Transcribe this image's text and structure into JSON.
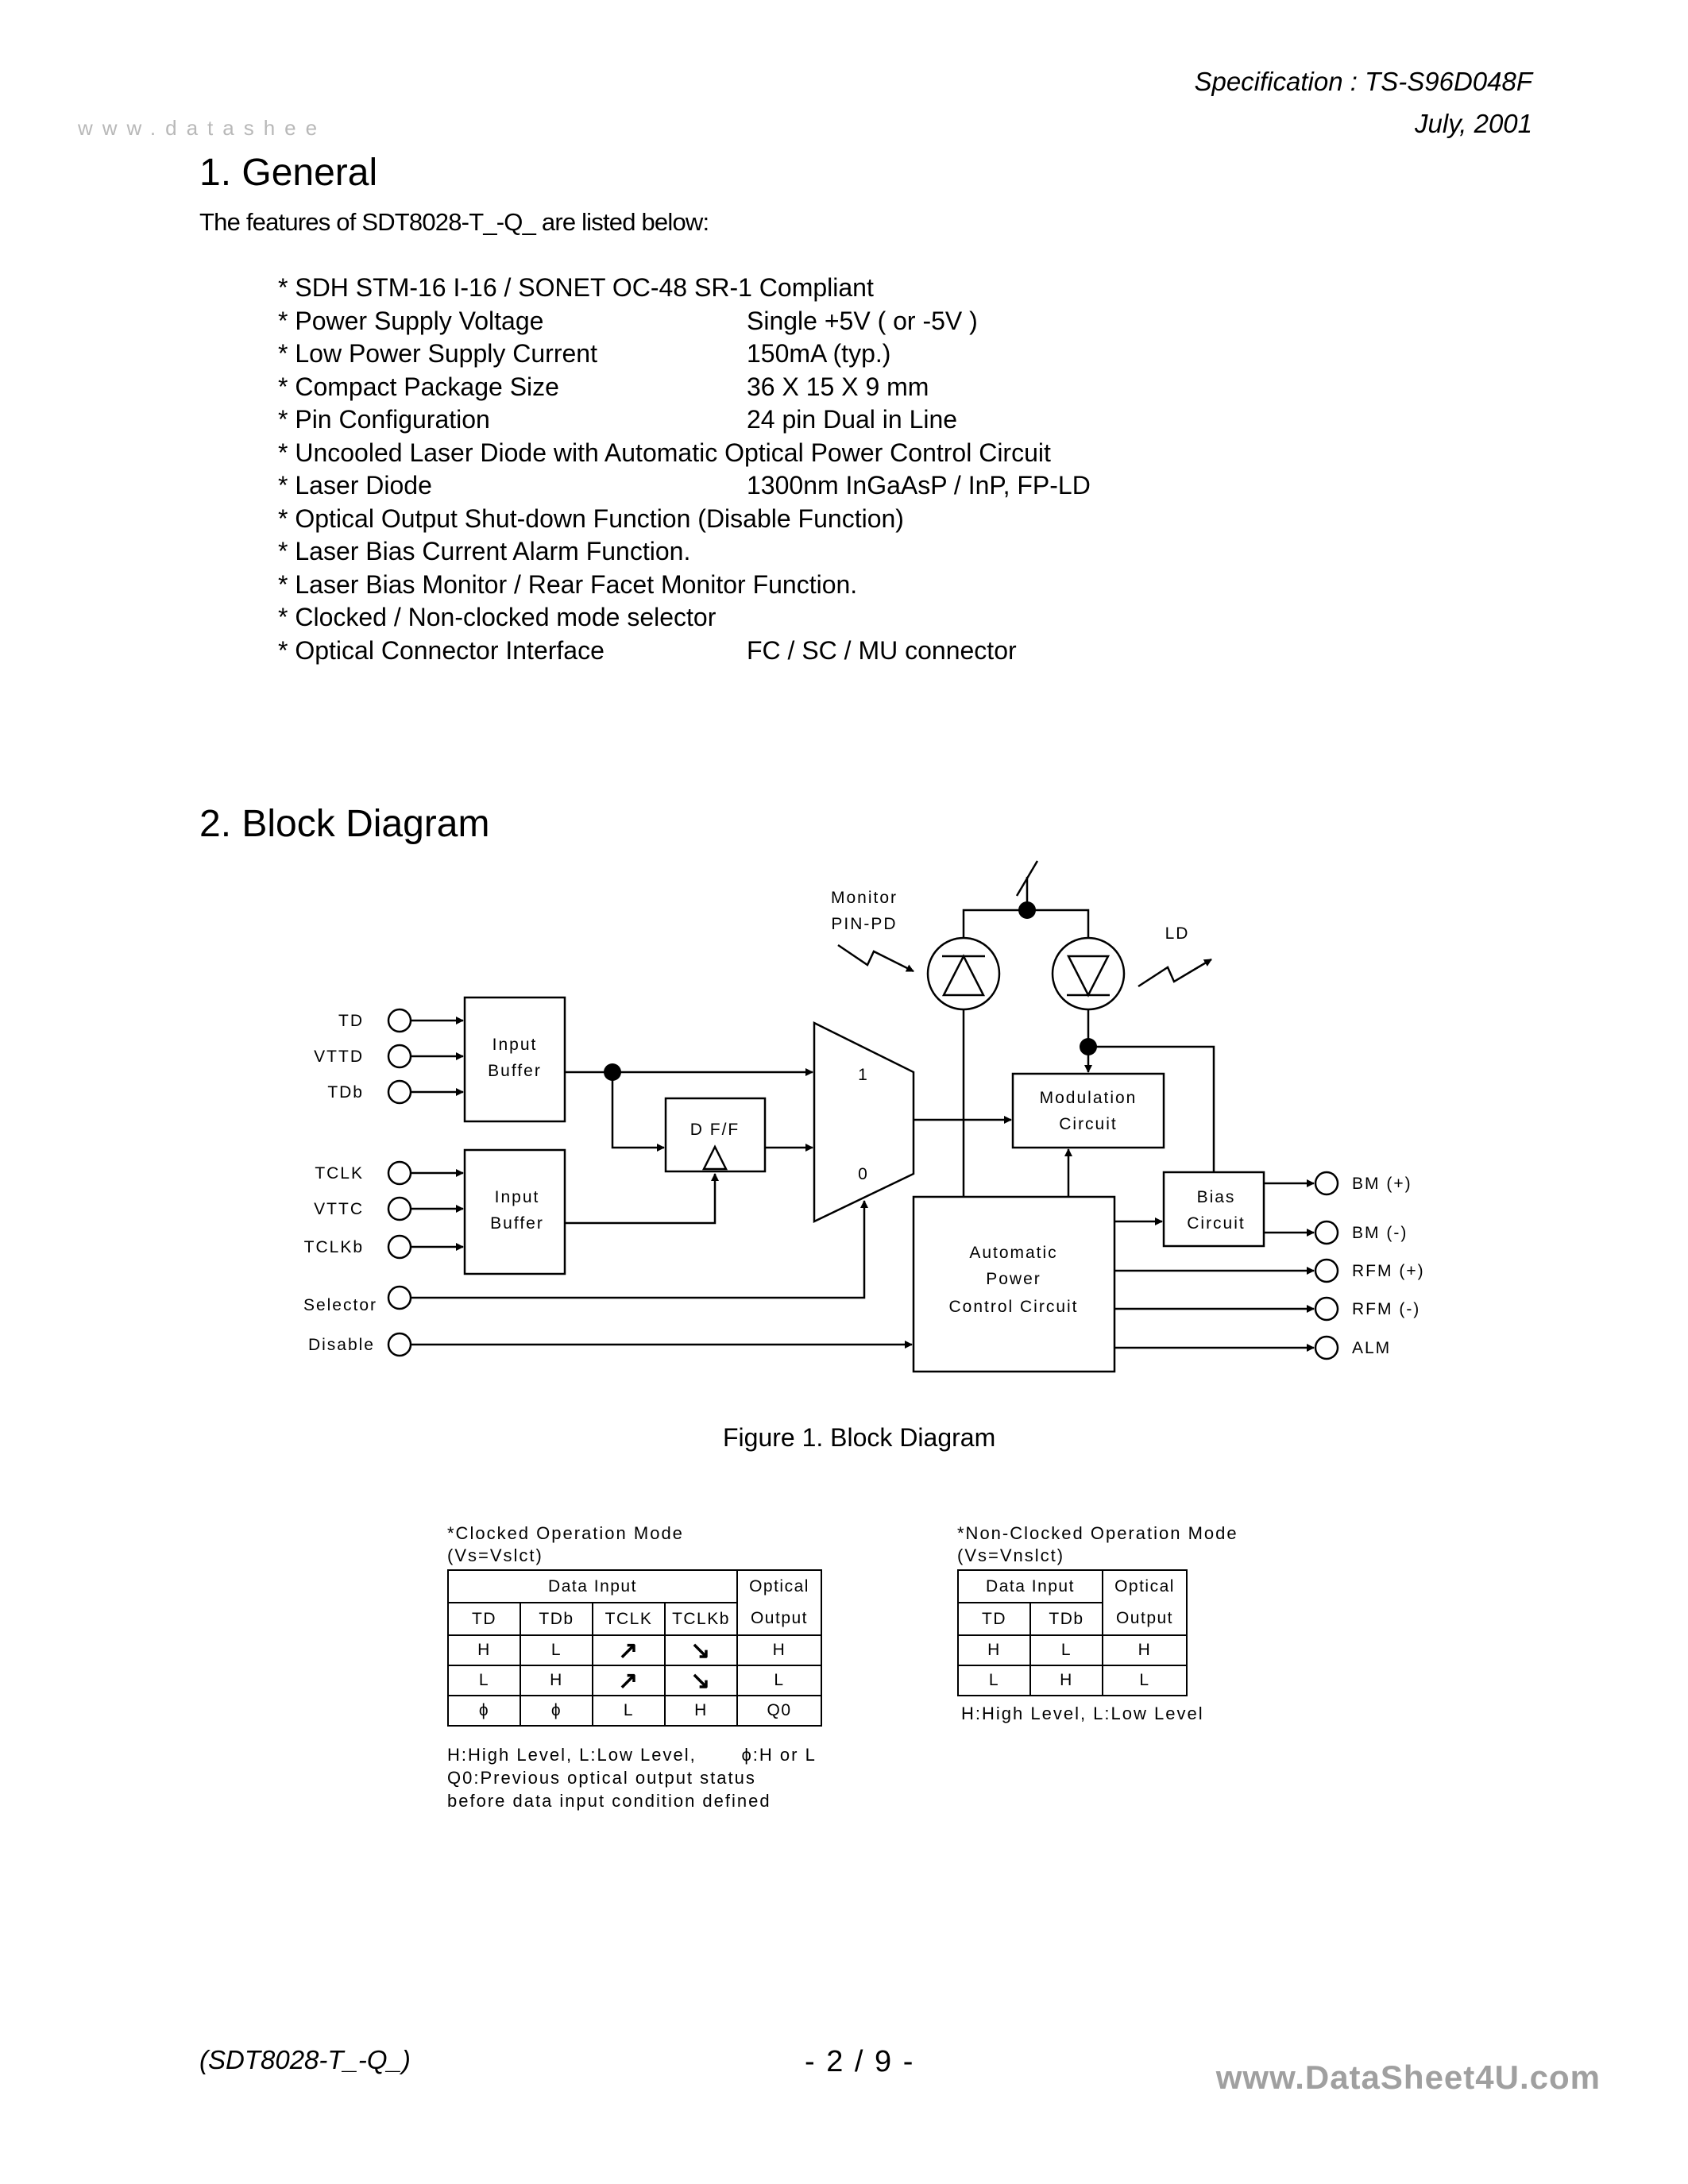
{
  "header": {
    "spec": "Specification : TS-S96D048F",
    "date": "July, 2001",
    "watermark_top": "www.datashee"
  },
  "section1": {
    "title": "1. General",
    "intro": "The features of SDT8028-T_-Q_ are listed below:",
    "features": [
      {
        "label": "* SDH STM-16 I-16 / SONET OC-48 SR-1 Compliant",
        "value": ""
      },
      {
        "label": "* Power Supply Voltage",
        "value": "Single +5V ( or -5V )"
      },
      {
        "label": "* Low Power Supply Current",
        "value": "150mA (typ.)"
      },
      {
        "label": "* Compact Package Size",
        "value": "36 X 15 X 9 mm"
      },
      {
        "label": "* Pin Configuration",
        "value": "24 pin Dual in Line"
      },
      {
        "label": "* Uncooled Laser Diode with Automatic Optical Power Control Circuit",
        "value": ""
      },
      {
        "label": "* Laser Diode",
        "value": "1300nm InGaAsP / InP, FP-LD"
      },
      {
        "label": "* Optical Output Shut-down Function (Disable Function)",
        "value": ""
      },
      {
        "label": "* Laser Bias Current Alarm Function.",
        "value": ""
      },
      {
        "label": "* Laser Bias Monitor / Rear Facet Monitor Function.",
        "value": ""
      },
      {
        "label": "* Clocked / Non-clocked mode selector",
        "value": ""
      },
      {
        "label": "* Optical Connector Interface",
        "value": "FC / SC / MU connector"
      }
    ]
  },
  "section2": {
    "title": "2. Block Diagram",
    "caption": "Figure 1.  Block Diagram"
  },
  "diagram": {
    "inputs": {
      "td": "TD",
      "vttd": "VTTD",
      "tdb": "TDb",
      "tclk": "TCLK",
      "vttc": "VTTC",
      "tclkb": "TCLKb",
      "selector": "Selector",
      "disable": "Disable"
    },
    "outputs": {
      "bm_plus": "BM (+)",
      "bm_minus": "BM (-)",
      "rfm_plus": "RFM (+)",
      "rfm_minus": "RFM (-)",
      "alm": "ALM"
    },
    "blocks": {
      "input_buffer_1": [
        "Input",
        "Buffer"
      ],
      "input_buffer_2": [
        "Input",
        "Buffer"
      ],
      "dff": "D F/F",
      "mux_1": "1",
      "mux_0": "0",
      "modulation": [
        "Modulation",
        "Circuit"
      ],
      "bias": [
        "Bias",
        "Circuit"
      ],
      "apc": [
        "Automatic",
        "Power",
        "Control Circuit"
      ],
      "monitor": [
        "Monitor",
        "PIN-PD"
      ],
      "ld": "LD"
    }
  },
  "clocked_table": {
    "title": "*Clocked Operation Mode",
    "subtitle": "(Vs=Vslct)",
    "group_header": "Data Input",
    "optical_header": [
      "Optical",
      "Output"
    ],
    "columns": [
      "TD",
      "TDb",
      "TCLK",
      "TCLKb"
    ],
    "rows": [
      [
        "H",
        "L",
        "↗",
        "↘",
        "H"
      ],
      [
        "L",
        "H",
        "↗",
        "↘",
        "L"
      ],
      [
        "ϕ",
        "ϕ",
        "L",
        "H",
        "Q0"
      ]
    ],
    "notes": [
      "H:High Level, L:Low Level,       ϕ:H or L",
      "Q0:Previous optical output status",
      "before data input condition defined"
    ]
  },
  "nonclocked_table": {
    "title": "*Non-Clocked Operation Mode",
    "subtitle": "(Vs=Vnslct)",
    "group_header": "Data Input",
    "optical_header": [
      "Optical",
      "Output"
    ],
    "columns": [
      "TD",
      "TDb"
    ],
    "rows": [
      [
        "H",
        "L",
        "H"
      ],
      [
        "L",
        "H",
        "L"
      ]
    ],
    "notes": [
      "H:High Level, L:Low Level"
    ]
  },
  "footer": {
    "part": "(SDT8028-T_-Q_)",
    "page": "- 2 / 9 -",
    "watermark": "www.DataSheet4U.com"
  }
}
